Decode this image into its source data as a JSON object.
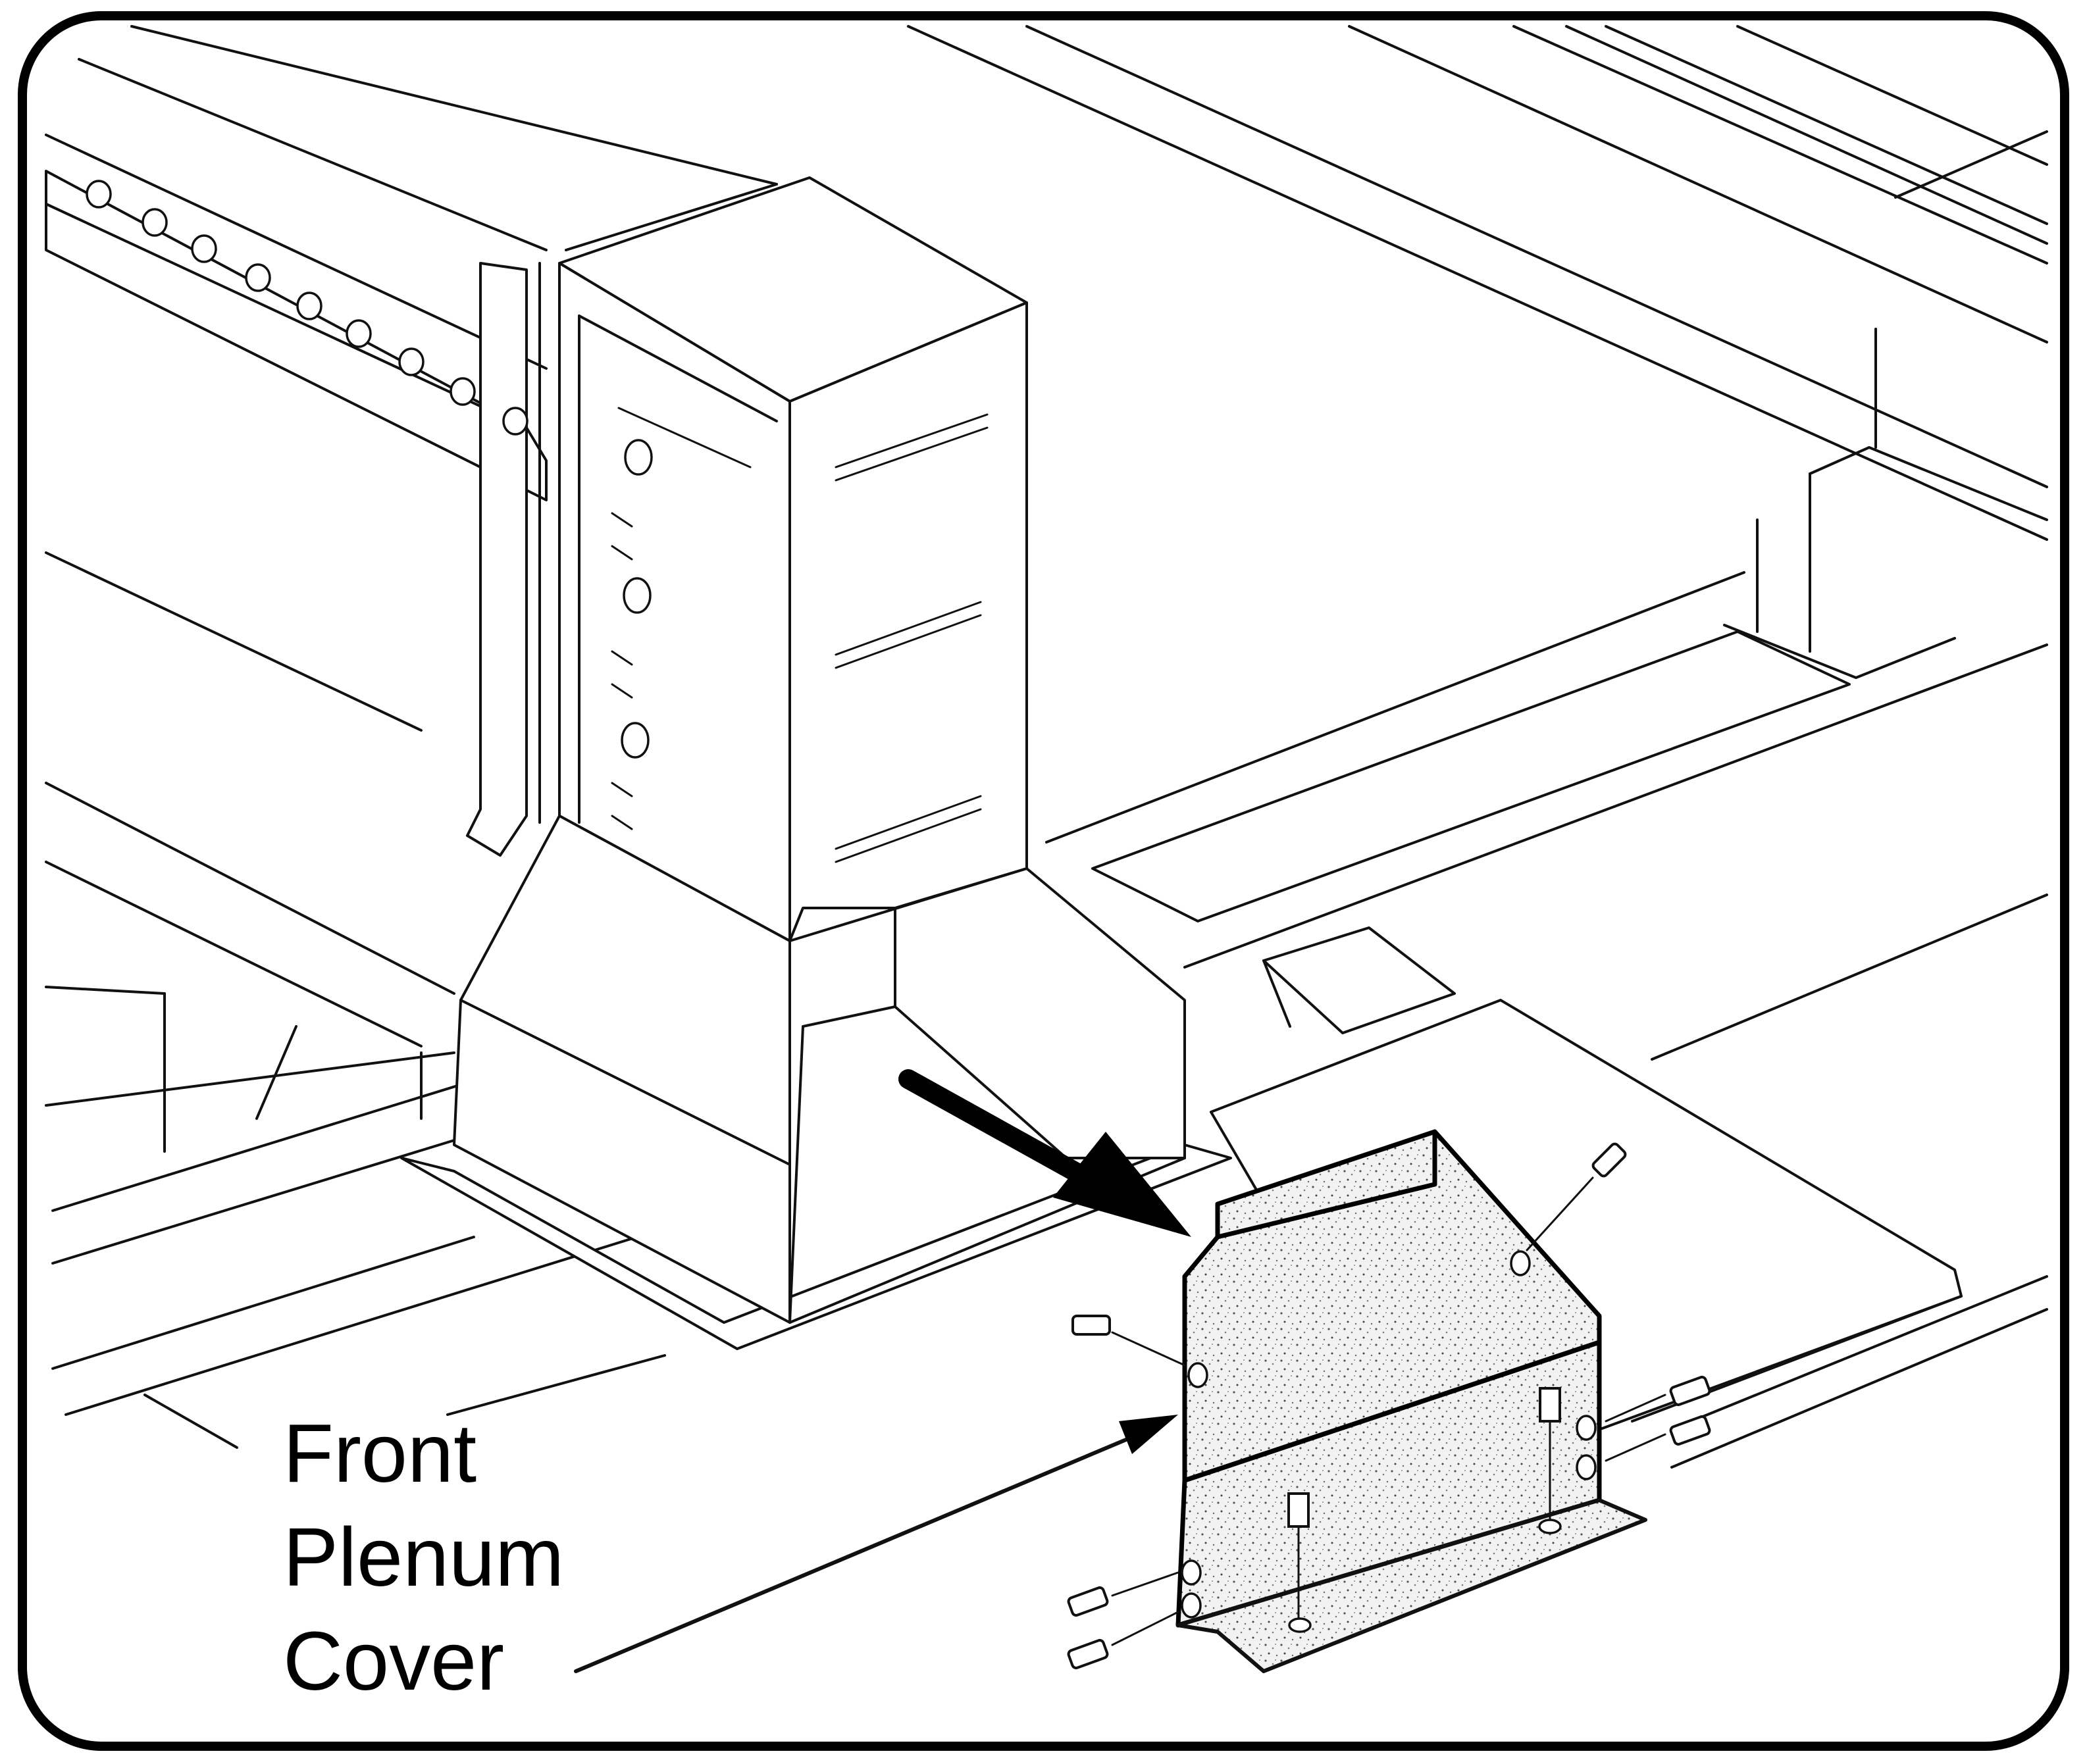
{
  "callout": {
    "lines": [
      "Front",
      "Plenum",
      "Cover"
    ]
  },
  "icons": {
    "removal_arrow": "arrow-right-down-icon",
    "leader_arrow": "leader-arrow-icon",
    "screw": "screw-icon"
  },
  "colors": {
    "line": "#111111",
    "background": "#ffffff",
    "frame": "#000000"
  }
}
